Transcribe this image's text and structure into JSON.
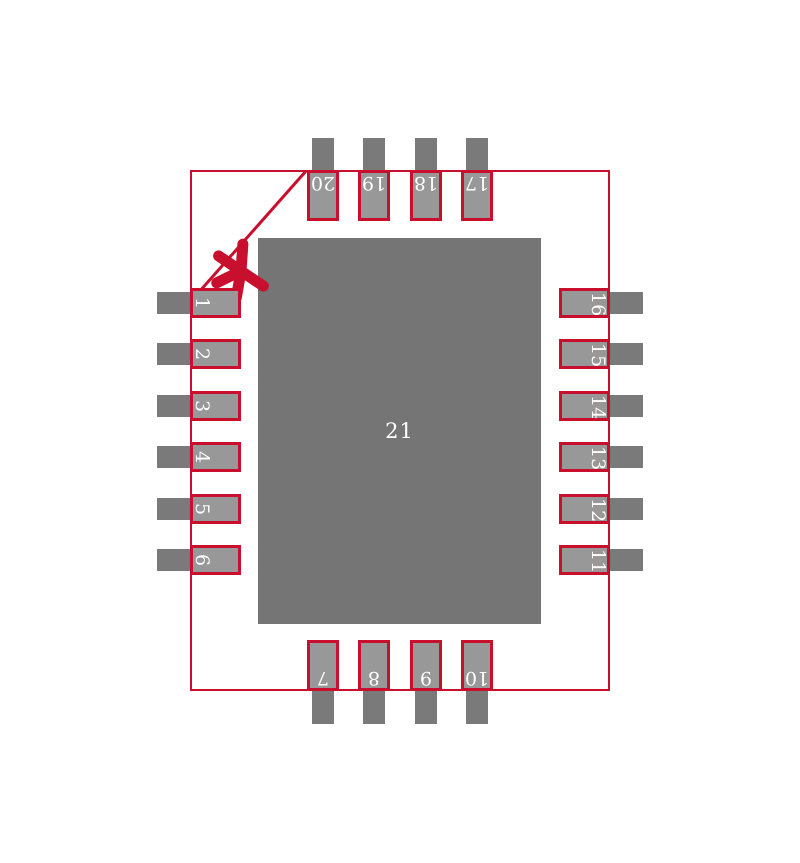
{
  "colors": {
    "outline_red": "#c8102e",
    "inner_pad_gray": "#989898",
    "outer_pad_gray": "#7a7a7a",
    "thermal_pad_gray": "#757575",
    "label_white": "#ffffff"
  },
  "thermal_pad": {
    "num": "21"
  },
  "pins": {
    "top": [
      {
        "num": "20"
      },
      {
        "num": "19"
      },
      {
        "num": "18"
      },
      {
        "num": "17"
      }
    ],
    "bottom": [
      {
        "num": "7"
      },
      {
        "num": "8"
      },
      {
        "num": "9"
      },
      {
        "num": "10"
      }
    ],
    "left": [
      {
        "num": "1"
      },
      {
        "num": "2"
      },
      {
        "num": "3"
      },
      {
        "num": "4"
      },
      {
        "num": "5"
      },
      {
        "num": "6"
      }
    ],
    "right": [
      {
        "num": "16"
      },
      {
        "num": "15"
      },
      {
        "num": "14"
      },
      {
        "num": "13"
      },
      {
        "num": "12"
      },
      {
        "num": "11"
      }
    ]
  },
  "marker": {
    "type": "pin1-asterisk"
  }
}
